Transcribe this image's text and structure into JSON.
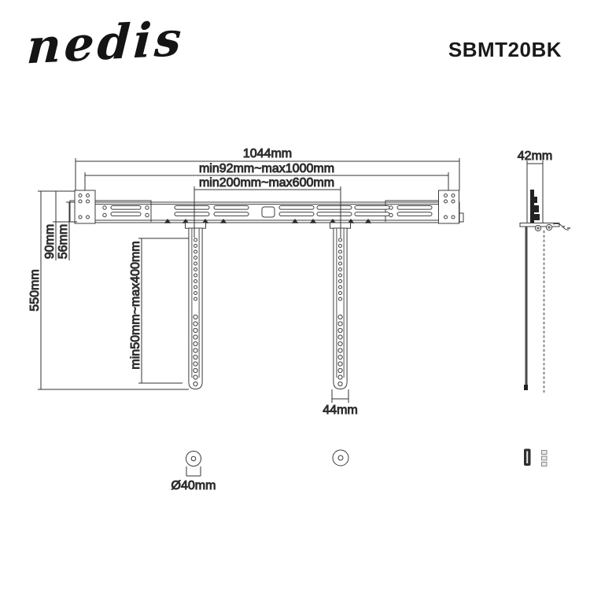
{
  "header": {
    "brand": "nedis",
    "model": "SBMT20BK"
  },
  "front_view": {
    "total_width": "1044mm",
    "wall_mount_width_range": "min92mm~max1000mm",
    "arm_spacing_range": "min200mm~max600mm",
    "plate_height": "90mm",
    "rail_height": "56mm",
    "total_height": "550mm",
    "arm_length_range": "min50mm~max400mm",
    "arm_foot_width": "44mm"
  },
  "side_view": {
    "depth": "42mm"
  },
  "parts": {
    "spacer_diameter": "Ø40mm"
  },
  "colors": {
    "line": "#3c3c3c",
    "text": "#1c1c1c",
    "ink": "#141414"
  }
}
